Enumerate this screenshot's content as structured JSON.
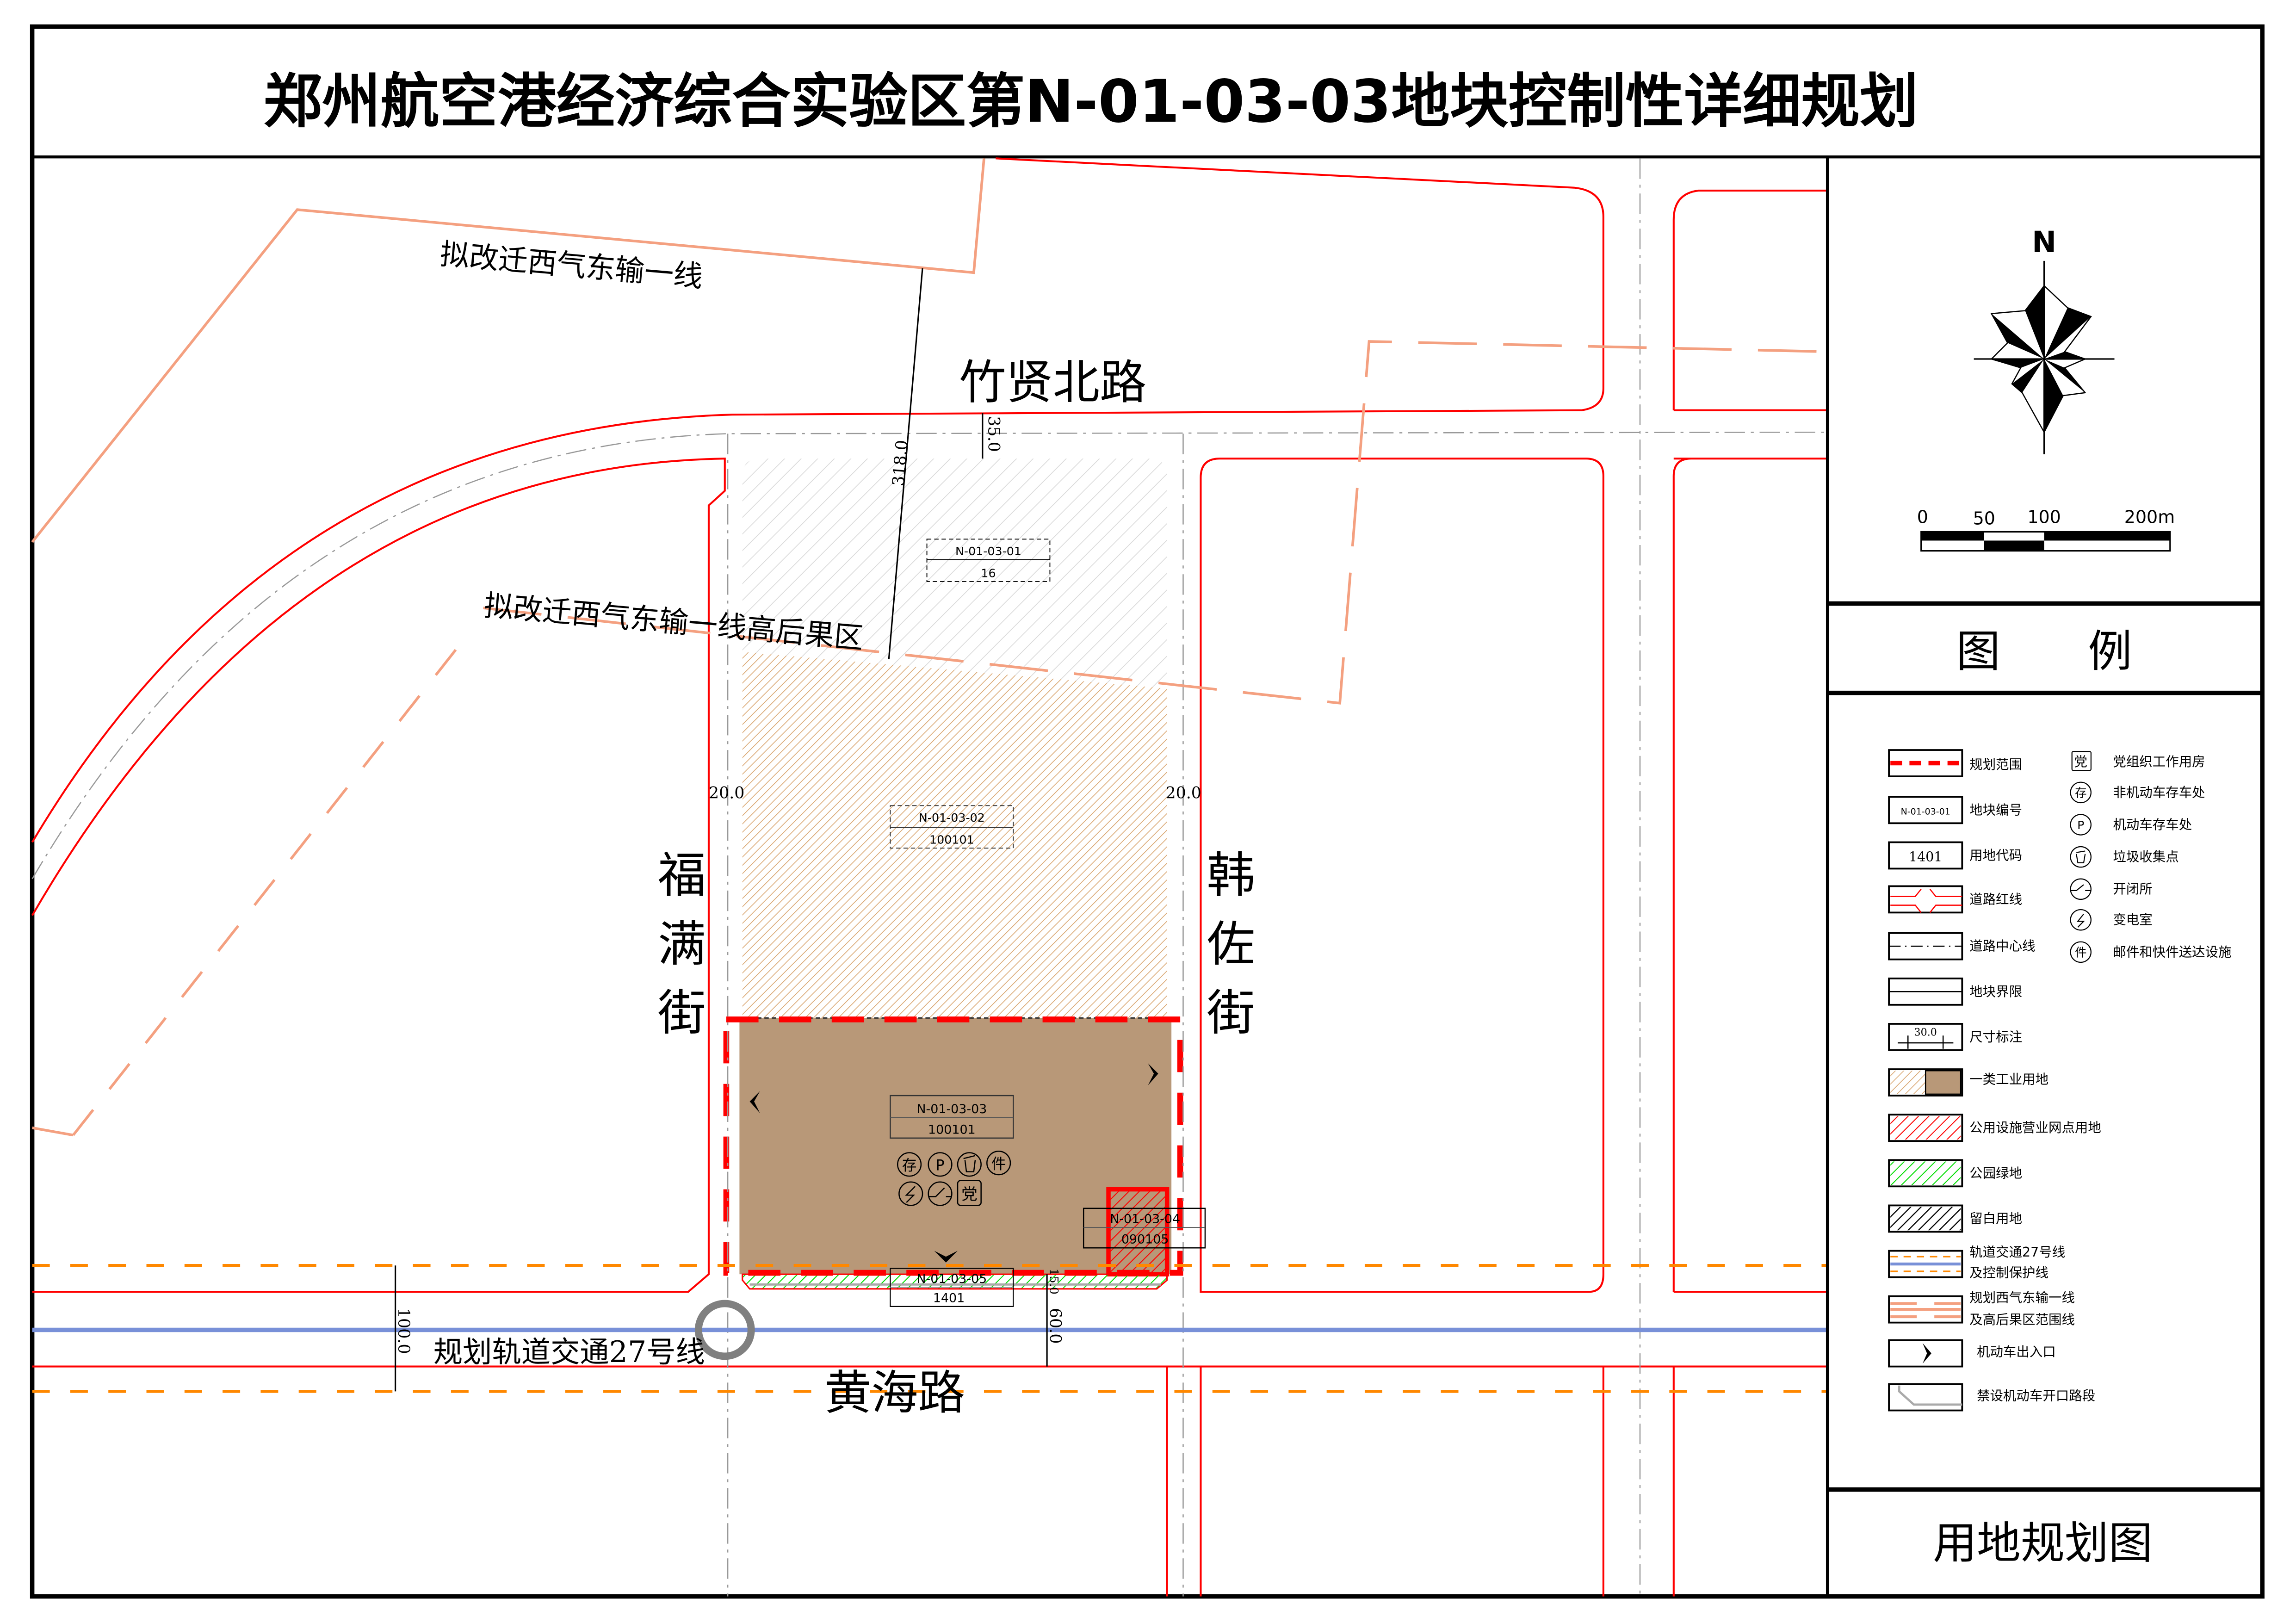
{
  "title": "郑州航空港经济综合实验区第N-01-03-03地块控制性详细规划",
  "roads": {
    "north": "竹贤北路",
    "west": "福满街",
    "east": "韩佐街",
    "south": "黄海路",
    "rail": "规划轨道交通27号线"
  },
  "annotations": {
    "pipeline": "拟改迁西气东输一线",
    "pipeline_zone": "拟改迁西气东输一线高后果区"
  },
  "dimensions": {
    "north_road_width": "35.0",
    "pipeline_offset": "318.0",
    "west_setback": "20.0",
    "east_setback": "20.0",
    "south_rail_zone": "100.0",
    "south_road_width": "60.0",
    "green_width": "15.0"
  },
  "plots": [
    {
      "id": "N-01-03-01",
      "code": "16"
    },
    {
      "id": "N-01-03-02",
      "code": "100101"
    },
    {
      "id": "N-01-03-03",
      "code": "100101"
    },
    {
      "id": "N-01-03-04",
      "code": "090105"
    },
    {
      "id": "N-01-03-05",
      "code": "1401"
    }
  ],
  "facility_icons": {
    "bike": "存",
    "parking": "P",
    "party": "党",
    "mail": "件"
  },
  "compass": {
    "north": "N"
  },
  "scale": {
    "ticks": [
      "0",
      "50",
      "100",
      "200m"
    ]
  },
  "legend": {
    "header": "图　　例",
    "left": [
      {
        "label": "规划范围"
      },
      {
        "label": "地块编号",
        "sample": "N-01-03-01"
      },
      {
        "label": "用地代码",
        "sample": "1401"
      },
      {
        "label": "道路红线"
      },
      {
        "label": "道路中心线"
      },
      {
        "label": "地块界限"
      },
      {
        "label": "尺寸标注",
        "sample": "30.0"
      },
      {
        "label": "一类工业用地"
      },
      {
        "label": "公用设施营业网点用地"
      },
      {
        "label": "公园绿地"
      },
      {
        "label": "留白用地"
      },
      {
        "label": "轨道交通27号线",
        "label2": "及控制保护线"
      },
      {
        "label": "规划西气东输一线",
        "label2": "及高后果区范围线"
      },
      {
        "label": "机动车出入口"
      },
      {
        "label": "禁设机动车开口路段"
      }
    ],
    "right": [
      {
        "icon": "党",
        "label": "党组织工作用房"
      },
      {
        "icon": "存",
        "label": "非机动车存车处"
      },
      {
        "icon": "P",
        "label": "机动车存车处"
      },
      {
        "icon": "",
        "label": "垃圾收集点"
      },
      {
        "icon": "",
        "label": "开闭所"
      },
      {
        "icon": "",
        "label": "变电室"
      },
      {
        "icon": "件",
        "label": "邮件和快件送达设施"
      }
    ]
  },
  "footer": "用地规划图",
  "colors": {
    "industrial": "#B89878",
    "industrial_hatch": "#D9A670",
    "red_line": "#FF0000",
    "green": "#00DD00",
    "rail": "#7890D8",
    "orange": "#FF8800",
    "pipeline": "#F4A080"
  }
}
